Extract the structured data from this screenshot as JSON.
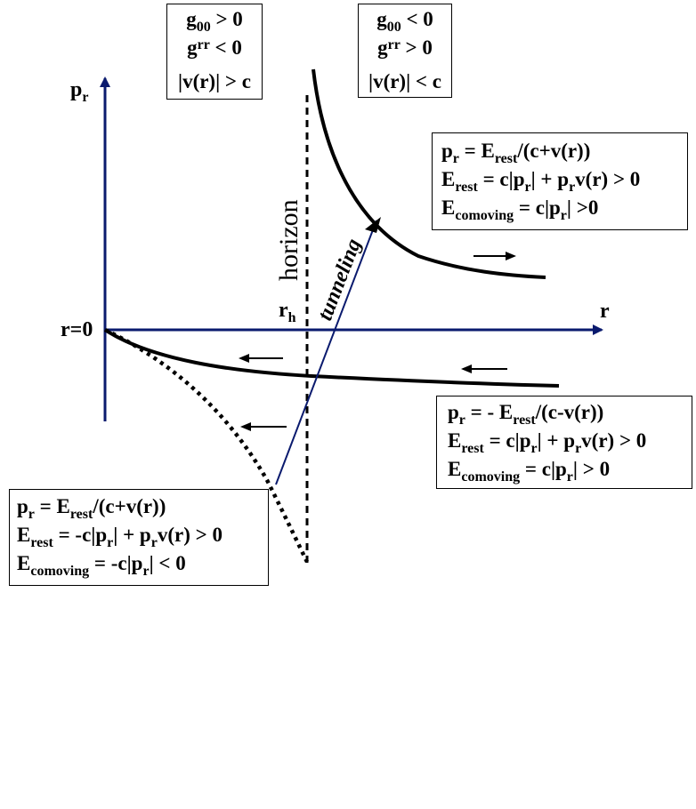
{
  "axes": {
    "p_axis_label": "p",
    "p_axis_sub": "r",
    "r_axis_label": "r",
    "origin_label": "r=0",
    "horizon_radius_label": "r",
    "horizon_radius_sub": "h",
    "horizon_label": "horizon",
    "tunneling_label": "tunneling"
  },
  "metric_inside": {
    "l1": [
      "g",
      "00",
      " > 0"
    ],
    "l2": [
      "g",
      "rr",
      " < 0"
    ],
    "l3": "|v(r)| > c"
  },
  "metric_outside": {
    "l1": [
      "g",
      "00",
      " < 0"
    ],
    "l2": [
      "g",
      "rr",
      " > 0"
    ],
    "l3": "|v(r)| < c"
  },
  "box_outgoing": {
    "l1": [
      "p",
      "r",
      " = E",
      "rest",
      "/(c+v(r))"
    ],
    "l2": [
      "E",
      "rest",
      " = c|p",
      "r",
      "| + p",
      "r",
      "v(r) > 0"
    ],
    "l3": [
      "E",
      "comoving",
      " = c|p",
      "r",
      "| >0"
    ]
  },
  "box_ingoing": {
    "l1": [
      "p",
      "r",
      " = - E",
      "rest",
      "/(c-v(r))"
    ],
    "l2": [
      "E",
      "rest",
      " = c|p",
      "r",
      "| + p",
      "r",
      "v(r) > 0"
    ],
    "l3": [
      "E",
      "comoving",
      " = c|p",
      "r",
      "| > 0"
    ]
  },
  "box_negative": {
    "l1": [
      "p",
      "r",
      " = E",
      "rest",
      "/(c+v(r))"
    ],
    "l2": [
      "E",
      "rest",
      " = -c|p",
      "r",
      "| + p",
      "r",
      "v(r) > 0"
    ],
    "l3": [
      "E",
      "comoving",
      " = -c|p",
      "r",
      "| < 0"
    ]
  },
  "colors": {
    "axis": "#0a1a6e",
    "curve": "#000000",
    "tunneling": "#0a1a6e"
  }
}
